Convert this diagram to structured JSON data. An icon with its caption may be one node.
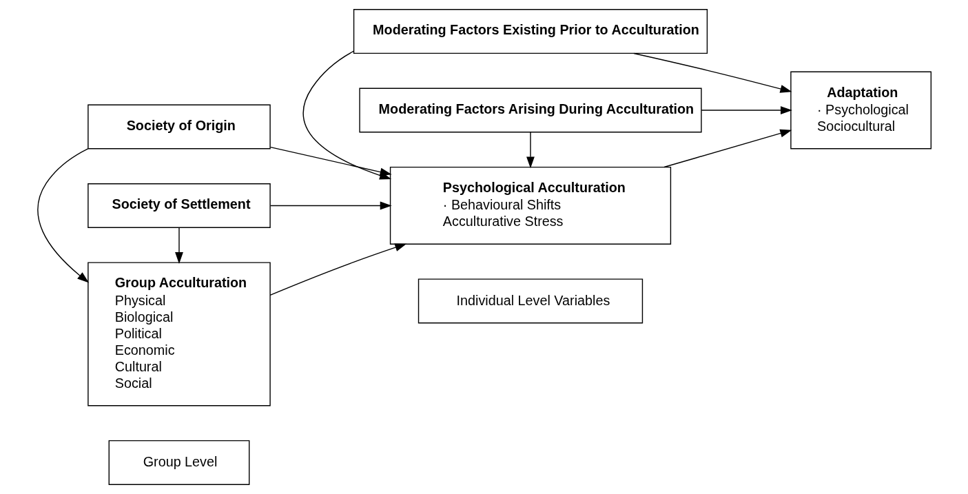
{
  "diagram": {
    "nodes": [
      {
        "text": [
          "Group Level"
        ]
      },
      {
        "text": [
          "Individual Level Variables"
        ]
      },
      {
        "text": [
          "Society of Origin"
        ]
      },
      {
        "text": [
          "Group Acculturation",
          "Physical",
          "Biological",
          "Political",
          "Economic",
          "Cultural",
          "Social"
        ]
      },
      {
        "text": [
          "Society of Settlement"
        ]
      },
      {
        "text": [
          "Moderating Factors Existing Prior to Acculturation"
        ]
      },
      {
        "text": [
          "Psychological Acculturation",
          "· Behavioural Shifts",
          "Acculturative Stress"
        ]
      },
      {
        "text": [
          "Adaptation",
          "· Psychological",
          "Sociocultural"
        ]
      },
      {
        "text": [
          "Moderating Factors Arising During Acculturation"
        ]
      }
    ],
    "edges": [
      {
        "from": 2,
        "to": 3,
        "arrow": "to"
      },
      {
        "from": 4,
        "to": 3,
        "arrow": "to"
      },
      {
        "from": 2,
        "to": 6,
        "arrow": "to"
      },
      {
        "from": 3,
        "to": 6,
        "arrow": "to"
      },
      {
        "from": 4,
        "to": 6,
        "arrow": "to"
      },
      {
        "from": 5,
        "to": 6,
        "arrow": "to"
      },
      {
        "from": 8,
        "to": 6,
        "arrow": "to"
      },
      {
        "from": 6,
        "to": 7,
        "arrow": "to"
      },
      {
        "from": 5,
        "to": 7,
        "arrow": "to"
      },
      {
        "from": 8,
        "to": 7,
        "arrow": "to"
      }
    ]
  }
}
